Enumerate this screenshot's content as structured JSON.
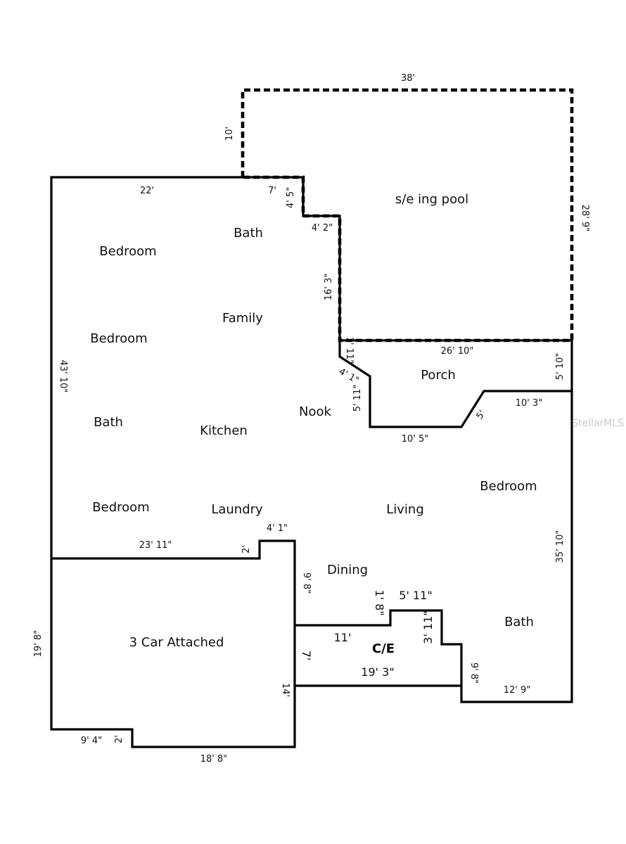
{
  "rooms": {
    "bedroom_1": "Bedroom",
    "bath_1": "Bath",
    "bedroom_2": "Bedroom",
    "family": "Family",
    "bath_2": "Bath",
    "kitchen": "Kitchen",
    "nook": "Nook",
    "porch": "Porch",
    "bedroom_3": "Bedroom",
    "bedroom_4": "Bedroom",
    "laundry": "Laundry",
    "living": "Living",
    "dining": "Dining",
    "bath_3": "Bath",
    "garage": "3 Car Attached",
    "ce": "C/E",
    "pool": "s/e ing pool"
  },
  "dimensions": {
    "pool_top": "38'",
    "pool_left": "10'",
    "pool_right": "28' 9\"",
    "top_left": "22'",
    "top_step": "7'",
    "step_vertical": "4' 5\"",
    "step_horizontal": "4' 2\"",
    "pool_side_wall": "16' 3\"",
    "house_left": "43' 10\"",
    "porch_top": "26' 10\"",
    "corner_small": "1' 11\"",
    "porch_diagonal": "4' 1\"",
    "porch_inner_vertical": "5' 11\"",
    "porch_bottom": "10' 5\"",
    "porch_angle": "5'",
    "porch_right_step": "10' 3\"",
    "porch_right_edge": "5' 10\"",
    "right_wall": "35' 10\"",
    "laundry_step": "4' 1\"",
    "garage_top": "23' 11\"",
    "small_two_top": "2'",
    "dining_wall": "9' 8\"",
    "ce_step_small": "1' 8\"",
    "ce_step_top": "5' 11\"",
    "ce_step_right": "3' 11\"",
    "ce_top": "11'",
    "ce_left": "7'",
    "ce_bottom": "19' 3\"",
    "bath_left": "9' 8\"",
    "bath_bottom": "12' 9\"",
    "garage_right": "14'",
    "garage_left": "19' 8\"",
    "garage_bottom_left": "9' 4\"",
    "small_two_bottom": "2'",
    "garage_bottom": "18' 8\""
  },
  "watermark": "StellarMLS"
}
